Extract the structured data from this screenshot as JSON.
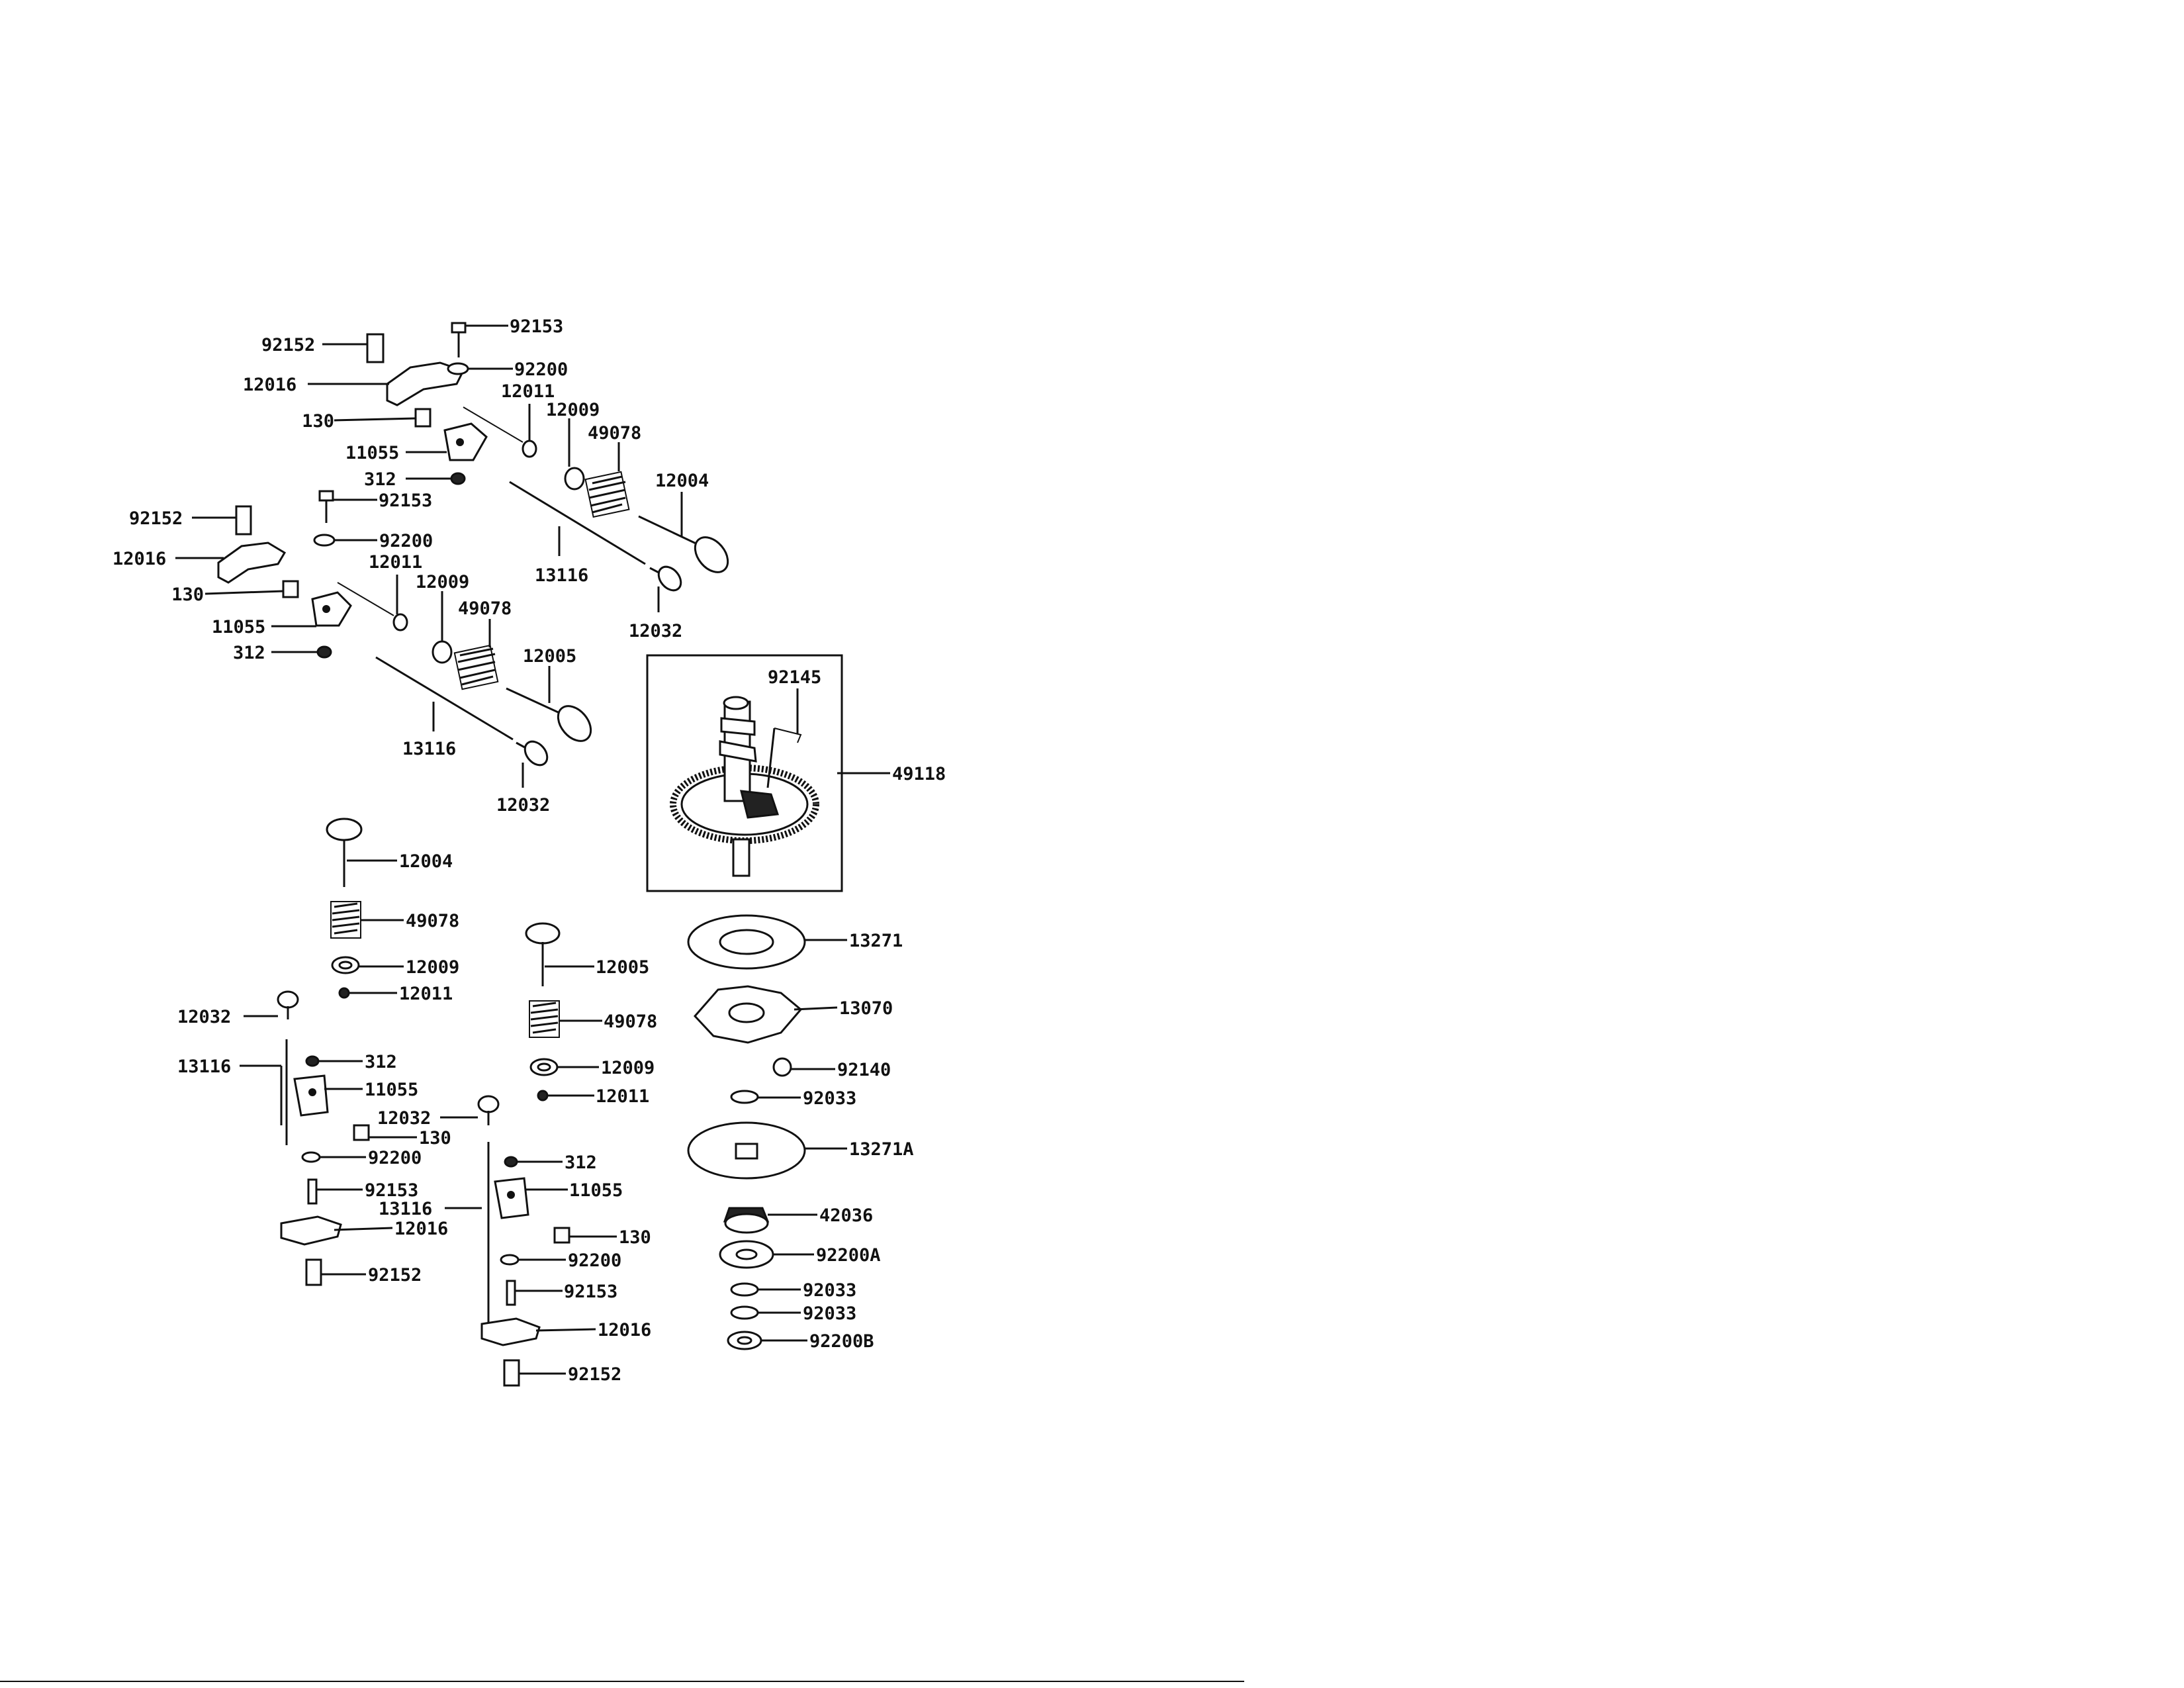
{
  "diagram": {
    "callouts": [
      {
        "id": "c1",
        "label": "92152"
      },
      {
        "id": "c2",
        "label": "12016"
      },
      {
        "id": "c3",
        "label": "130"
      },
      {
        "id": "c4",
        "label": "11055"
      },
      {
        "id": "c5",
        "label": "312"
      },
      {
        "id": "c6",
        "label": "92153"
      },
      {
        "id": "c7",
        "label": "92200"
      },
      {
        "id": "c8",
        "label": "12011"
      },
      {
        "id": "c9",
        "label": "12009"
      },
      {
        "id": "c10",
        "label": "49078"
      },
      {
        "id": "c11",
        "label": "12004"
      },
      {
        "id": "c12",
        "label": "13116"
      },
      {
        "id": "c13",
        "label": "12032"
      },
      {
        "id": "c14",
        "label": "92152"
      },
      {
        "id": "c15",
        "label": "12016"
      },
      {
        "id": "c16",
        "label": "130"
      },
      {
        "id": "c17",
        "label": "11055"
      },
      {
        "id": "c18",
        "label": "312"
      },
      {
        "id": "c19",
        "label": "92153"
      },
      {
        "id": "c20",
        "label": "92200"
      },
      {
        "id": "c21",
        "label": "12011"
      },
      {
        "id": "c22",
        "label": "12009"
      },
      {
        "id": "c23",
        "label": "49078"
      },
      {
        "id": "c24",
        "label": "12005"
      },
      {
        "id": "c25",
        "label": "13116"
      },
      {
        "id": "c26",
        "label": "12032"
      },
      {
        "id": "c27",
        "label": "92145"
      },
      {
        "id": "c28",
        "label": "49118"
      },
      {
        "id": "c29",
        "label": "12004"
      },
      {
        "id": "c30",
        "label": "49078"
      },
      {
        "id": "c31",
        "label": "12009"
      },
      {
        "id": "c32",
        "label": "12011"
      },
      {
        "id": "c33",
        "label": "12032"
      },
      {
        "id": "c34",
        "label": "13116"
      },
      {
        "id": "c35",
        "label": "312"
      },
      {
        "id": "c36",
        "label": "11055"
      },
      {
        "id": "c37",
        "label": "130"
      },
      {
        "id": "c38",
        "label": "92200"
      },
      {
        "id": "c39",
        "label": "92153"
      },
      {
        "id": "c40",
        "label": "12016"
      },
      {
        "id": "c41",
        "label": "92152"
      },
      {
        "id": "c42",
        "label": "12005"
      },
      {
        "id": "c43",
        "label": "49078"
      },
      {
        "id": "c44",
        "label": "12009"
      },
      {
        "id": "c45",
        "label": "12011"
      },
      {
        "id": "c46",
        "label": "12032"
      },
      {
        "id": "c47",
        "label": "312"
      },
      {
        "id": "c48",
        "label": "11055"
      },
      {
        "id": "c49",
        "label": "13116"
      },
      {
        "id": "c50",
        "label": "130"
      },
      {
        "id": "c51",
        "label": "92200"
      },
      {
        "id": "c52",
        "label": "92153"
      },
      {
        "id": "c53",
        "label": "12016"
      },
      {
        "id": "c54",
        "label": "92152"
      },
      {
        "id": "c55",
        "label": "13271"
      },
      {
        "id": "c56",
        "label": "13070"
      },
      {
        "id": "c57",
        "label": "92140"
      },
      {
        "id": "c58",
        "label": "92033"
      },
      {
        "id": "c59",
        "label": "13271A"
      },
      {
        "id": "c60",
        "label": "42036"
      },
      {
        "id": "c61",
        "label": "92200A"
      },
      {
        "id": "c62",
        "label": "92033"
      },
      {
        "id": "c63",
        "label": "92033"
      },
      {
        "id": "c64",
        "label": "92200B"
      }
    ]
  }
}
